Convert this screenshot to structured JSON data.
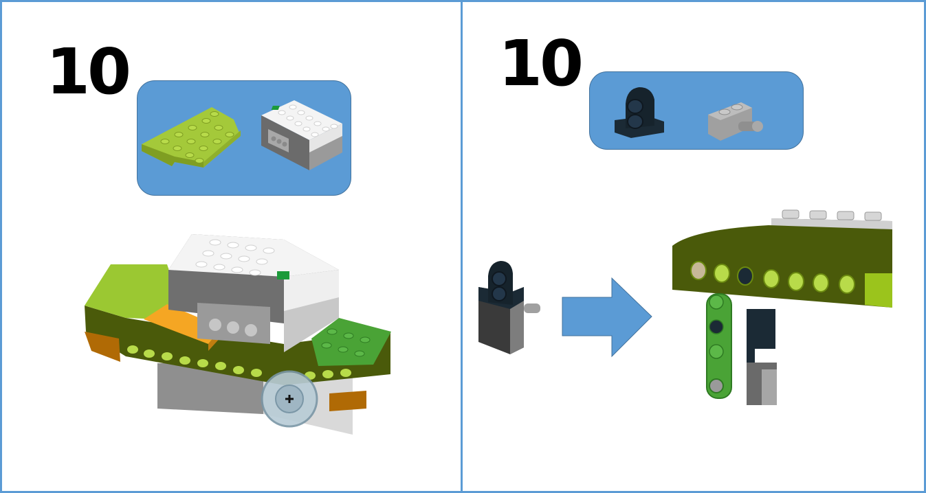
{
  "panels": [
    {
      "id": "left",
      "step_number": "10",
      "parts_callout": {
        "parts": [
          {
            "name": "lime-wedge-plate-6x4",
            "quantity": 1
          },
          {
            "name": "white-smarthub",
            "quantity": 1
          }
        ]
      },
      "assembly": "smarthub-on-green-base"
    },
    {
      "id": "right",
      "step_number": "10",
      "parts_callout": {
        "parts": [
          {
            "name": "dark-blue-technic-pin-connector",
            "quantity": 1
          },
          {
            "name": "gray-brick-with-pin",
            "quantity": 1
          }
        ]
      },
      "subassembly": "connector-on-brick",
      "arrow": "right-arrow",
      "assembly": "lime-beam-with-green-liftarm"
    }
  ],
  "colors": {
    "frame": "#5b9bd5",
    "callout": "#5b9bd5",
    "lime": "#a4c93a",
    "green": "#4aa336",
    "olive": "#4a5a0a",
    "orange": "#f5a623",
    "dark_blue": "#1b2a35",
    "gray": "#9a9a9a",
    "white": "#f2f2f2"
  }
}
